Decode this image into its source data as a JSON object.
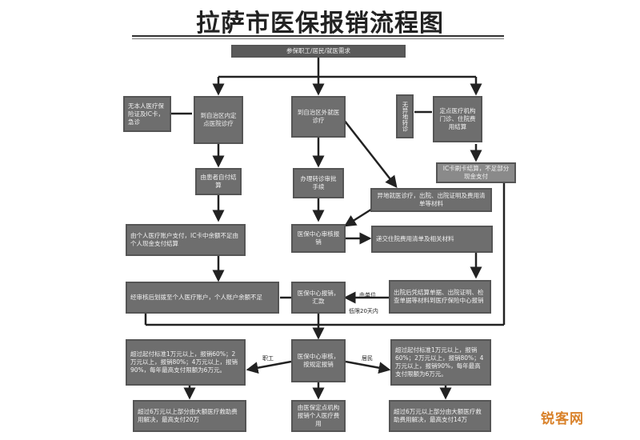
{
  "title": "拉萨市医保报销流程图",
  "nodes": {
    "top": "参保职工/居民/就医需求",
    "l1a": "无本人医疗保险证及IC卡，急诊",
    "l1b": "到自治区内定点医院诊疗",
    "m1": "到自治区外就医诊疗",
    "r1a": "无异地转诊",
    "r1b": "定点医疗机构门诊、住院费用结算",
    "l2": "由患者自付结算",
    "m2": "办理转诊审批手续",
    "r2": "IC卡刷卡结算，不足部分现金支付",
    "rm3": "异地就医诊疗，出院、出院证明及费用清单等材料",
    "l3": "由个人医疗账户支付，IC卡中余额不足由个人现金支付结算",
    "m3": "医保中心审核报销",
    "r3": "递交住院费用清单及相关材料",
    "l4": "经审核后划拨至个人医疗账户，个人账户余额不足",
    "m4": "医保中心报销，汇款",
    "r4": "出院后凭结算单据、出院证明、检查单据等材料到医疗保险中心报销",
    "l5": "超过起付标准1万元以上，报销60%；2万元以上，报销80%；4万元以上，报销90%，每年最高支付限额为6万元。",
    "m5": "医保中心审核，按规定报销",
    "r5": "超过起付标准1万元以上，报销60%；2万元以上，报销80%；4万元以上，报销90%，每年最高支付限额为6万元。",
    "l6": "超过6万元以上部分由大额医疗救助费用解决，最高支付20万",
    "m6": "由医保定点机构报销个人医疗费用",
    "r6": "超过6万元以上部分由大额医疗救助费用解决，最高支付14万"
  },
  "edge_labels": {
    "e1": "由单位",
    "e2": "低限20天内",
    "e3": "职工",
    "e4": "居民"
  },
  "watermark": "锐客网"
}
